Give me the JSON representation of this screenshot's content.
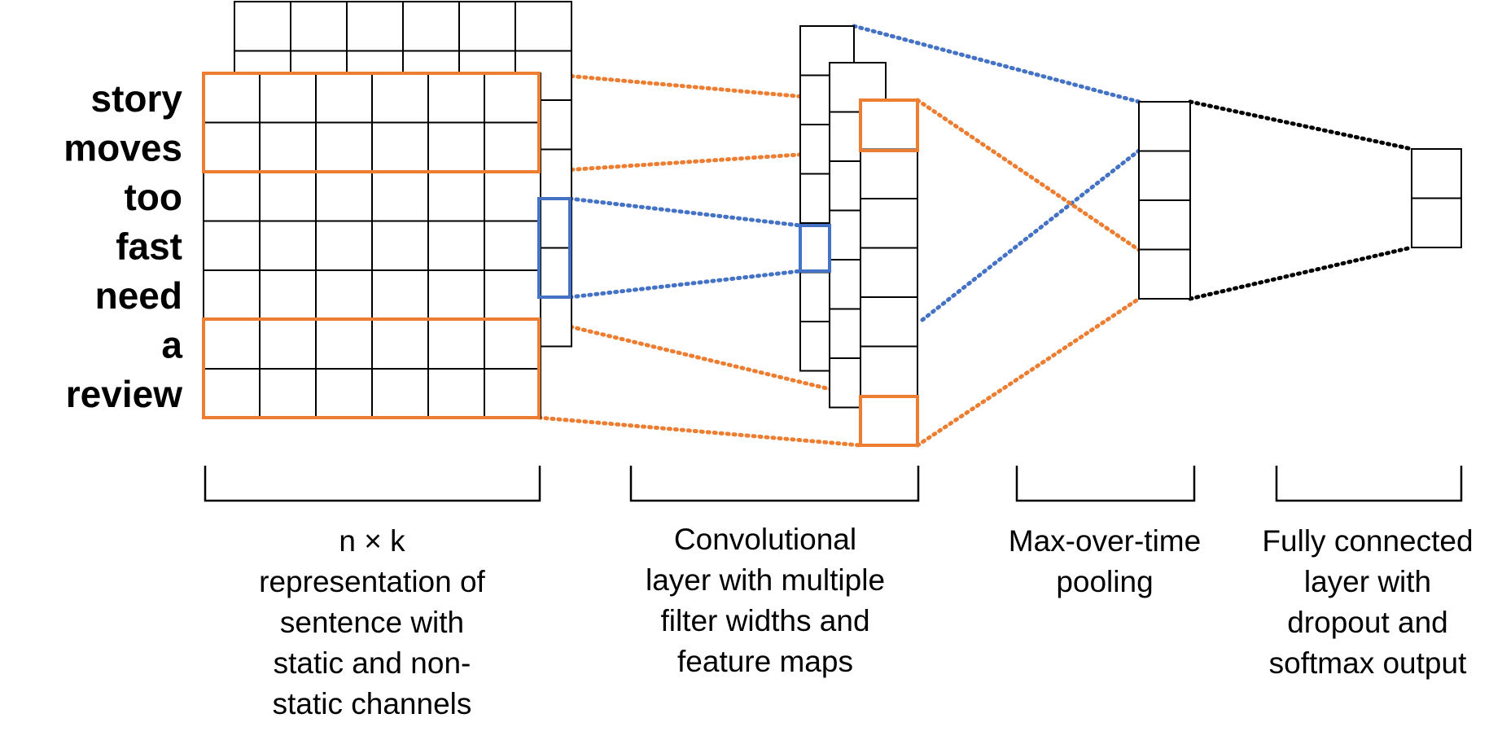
{
  "words": [
    "story",
    "moves",
    "too",
    "fast",
    "need",
    "a",
    "review"
  ],
  "captions": {
    "input": [
      "n × k",
      "representation of",
      "sentence with",
      "static and non-",
      "static channels"
    ],
    "conv": [
      "Convolutional",
      "layer with multiple",
      "filter widths and",
      "feature maps"
    ],
    "pool": [
      "Max-over-time",
      "pooling"
    ],
    "fc": [
      "Fully connected",
      "layer with",
      "dropout and",
      "softmax output"
    ]
  },
  "colors": {
    "grid": "#000000",
    "orange": "#ED7D31",
    "blue": "#4472C4",
    "black_link": "#000000"
  }
}
